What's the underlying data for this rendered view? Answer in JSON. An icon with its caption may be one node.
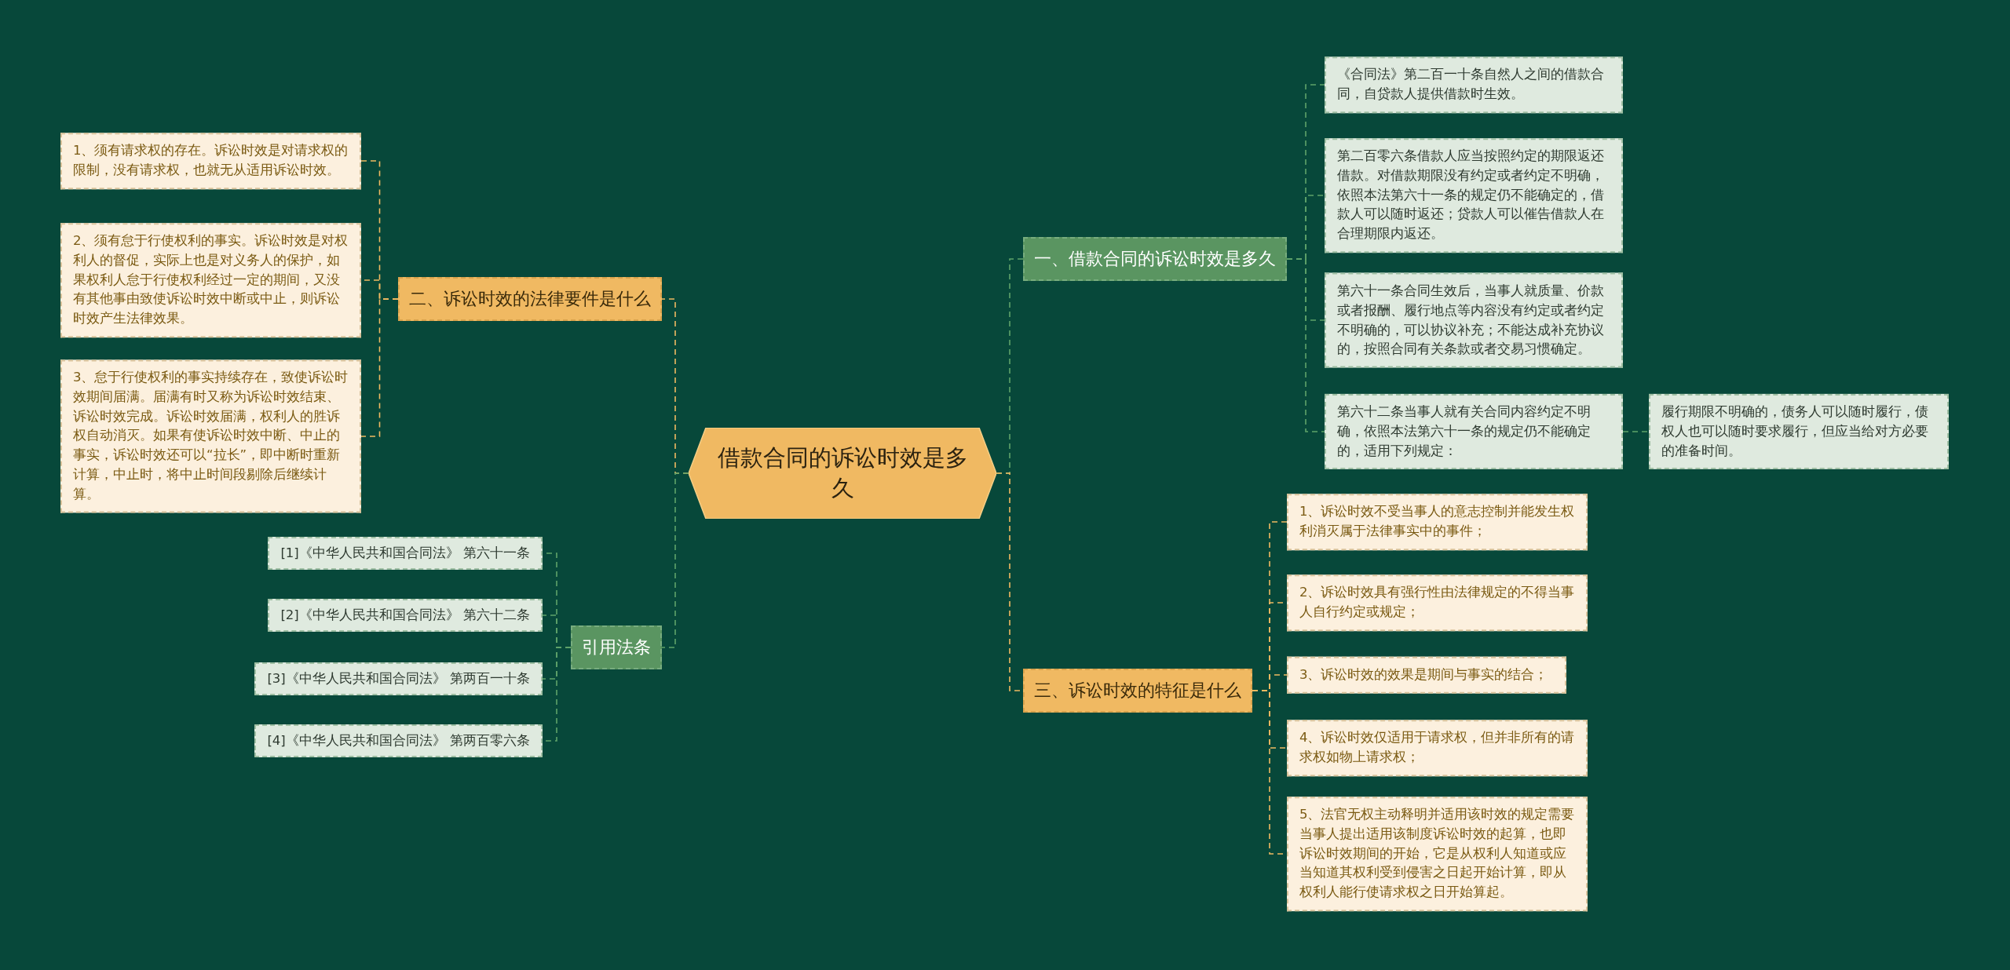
{
  "diagram": {
    "nodes": [
      {
        "text": [
          "借款合同的诉讼时效是多久"
        ]
      },
      {
        "text": [
          "一、借款合同的诉讼时效是多久"
        ]
      },
      {
        "text": [
          "《合同法》第二百一十条自然人之间的借款合同，自贷款人提供借款时生效。"
        ]
      },
      {
        "text": [
          "第二百零六条借款人应当按照约定的期限返还借款。对借款期限没有约定或者约定不明确，依照本法第六十一条的规定仍不能确定的，借款人可以随时返还；贷款人可以催告借款人在合理期限内返还。"
        ]
      },
      {
        "text": [
          "第六十一条合同生效后，当事人就质量、价款或者报酬、履行地点等内容没有约定或者约定不明确的，可以协议补充；不能达成补充协议的，按照合同有关条款或者交易习惯确定。"
        ]
      },
      {
        "text": [
          "第六十二条当事人就有关合同内容约定不明确，依照本法第六十一条的规定仍不能确定的，适用下列规定："
        ]
      },
      {
        "text": [
          "履行期限不明确的，债务人可以随时履行，债权人也可以随时要求履行，但应当给对方必要的准备时间。"
        ]
      },
      {
        "text": [
          "三、诉讼时效的特征是什么"
        ]
      },
      {
        "text": [
          "1、诉讼时效不受当事人的意志控制并能发生权利消灭属于法律事实中的事件；"
        ]
      },
      {
        "text": [
          "2、诉讼时效具有强行性由法律规定的不得当事人自行约定或规定；"
        ]
      },
      {
        "text": [
          "3、诉讼时效的效果是期间与事实的结合；"
        ]
      },
      {
        "text": [
          "4、诉讼时效仅适用于请求权，但并非所有的请求权如物上请求权；"
        ]
      },
      {
        "text": [
          "5、法官无权主动释明并适用该时效的规定需要当事人提出适用该制度诉讼时效的起算，也即诉讼时效期间的开始，它是从权利人知道或应当知道其权利受到侵害之日起开始计算，即从权利人能行使请求权之日开始算起。"
        ]
      },
      {
        "text": [
          "二、诉讼时效的法律要件是什么"
        ]
      },
      {
        "text": [
          "1、须有请求权的存在。诉讼时效是对请求权的限制，没有请求权，也就无从适用诉讼时效。"
        ]
      },
      {
        "text": [
          "2、须有怠于行使权利的事实。诉讼时效是对权利人的督促，实际上也是对义务人的保护，如果权利人怠于行使权利经过一定的期间，又没有其他事由致使诉讼时效中断或中止，则诉讼时效产生法律效果。"
        ]
      },
      {
        "text": [
          "3、怠于行使权利的事实持续存在，致使诉讼时效期间届满。届满有时又称为诉讼时效结束、诉讼时效完成。诉讼时效届满，权利人的胜诉权自动消灭。如果有使诉讼时效中断、中止的事实，诉讼时效还可以“拉长”，即中断时重新计算，中止时，将中止时间段剔除后继续计算。"
        ]
      },
      {
        "text": [
          "引用法条"
        ]
      },
      {
        "text": [
          "[1]《中华人民共和国合同法》 第六十一条"
        ]
      },
      {
        "text": [
          "[2]《中华人民共和国合同法》 第六十二条"
        ]
      },
      {
        "text": [
          "[3]《中华人民共和国合同法》 第两百一十条"
        ]
      },
      {
        "text": [
          "[4]《中华人民共和国合同法》 第两百零六条"
        ]
      }
    ],
    "edges": [
      {
        "from": 0,
        "to": 1,
        "arrow": "none",
        "style": "dashed"
      },
      {
        "from": 1,
        "to": 2,
        "arrow": "none",
        "style": "dashed"
      },
      {
        "from": 1,
        "to": 3,
        "arrow": "none",
        "style": "dashed"
      },
      {
        "from": 1,
        "to": 4,
        "arrow": "none",
        "style": "dashed"
      },
      {
        "from": 1,
        "to": 5,
        "arrow": "none",
        "style": "dashed"
      },
      {
        "from": 5,
        "to": 6,
        "arrow": "none",
        "style": "dashed"
      },
      {
        "from": 0,
        "to": 7,
        "arrow": "none",
        "style": "dashed",
        "color": "#f0b962"
      },
      {
        "from": 7,
        "to": 8,
        "arrow": "none",
        "style": "dashed",
        "color": "#f0b962"
      },
      {
        "from": 7,
        "to": 9,
        "arrow": "none",
        "style": "dashed",
        "color": "#f0b962"
      },
      {
        "from": 7,
        "to": 10,
        "arrow": "none",
        "style": "dashed",
        "color": "#f0b962"
      },
      {
        "from": 7,
        "to": 11,
        "arrow": "none",
        "style": "dashed",
        "color": "#f0b962"
      },
      {
        "from": 7,
        "to": 12,
        "arrow": "none",
        "style": "dashed",
        "color": "#f0b962"
      },
      {
        "from": 0,
        "to": 13,
        "arrow": "none",
        "style": "dashed",
        "color": "#f0b962"
      },
      {
        "from": 13,
        "to": 14,
        "arrow": "none",
        "style": "dashed",
        "color": "#f0b962"
      },
      {
        "from": 13,
        "to": 15,
        "arrow": "none",
        "style": "dashed",
        "color": "#f0b962"
      },
      {
        "from": 13,
        "to": 16,
        "arrow": "none",
        "style": "dashed",
        "color": "#f0b962"
      },
      {
        "from": 0,
        "to": 17,
        "arrow": "none",
        "style": "dashed"
      },
      {
        "from": 17,
        "to": 18,
        "arrow": "none",
        "style": "dashed"
      },
      {
        "from": 17,
        "to": 19,
        "arrow": "none",
        "style": "dashed"
      },
      {
        "from": 17,
        "to": 20,
        "arrow": "none",
        "style": "dashed"
      },
      {
        "from": 17,
        "to": 21,
        "arrow": "none",
        "style": "dashed"
      }
    ]
  }
}
